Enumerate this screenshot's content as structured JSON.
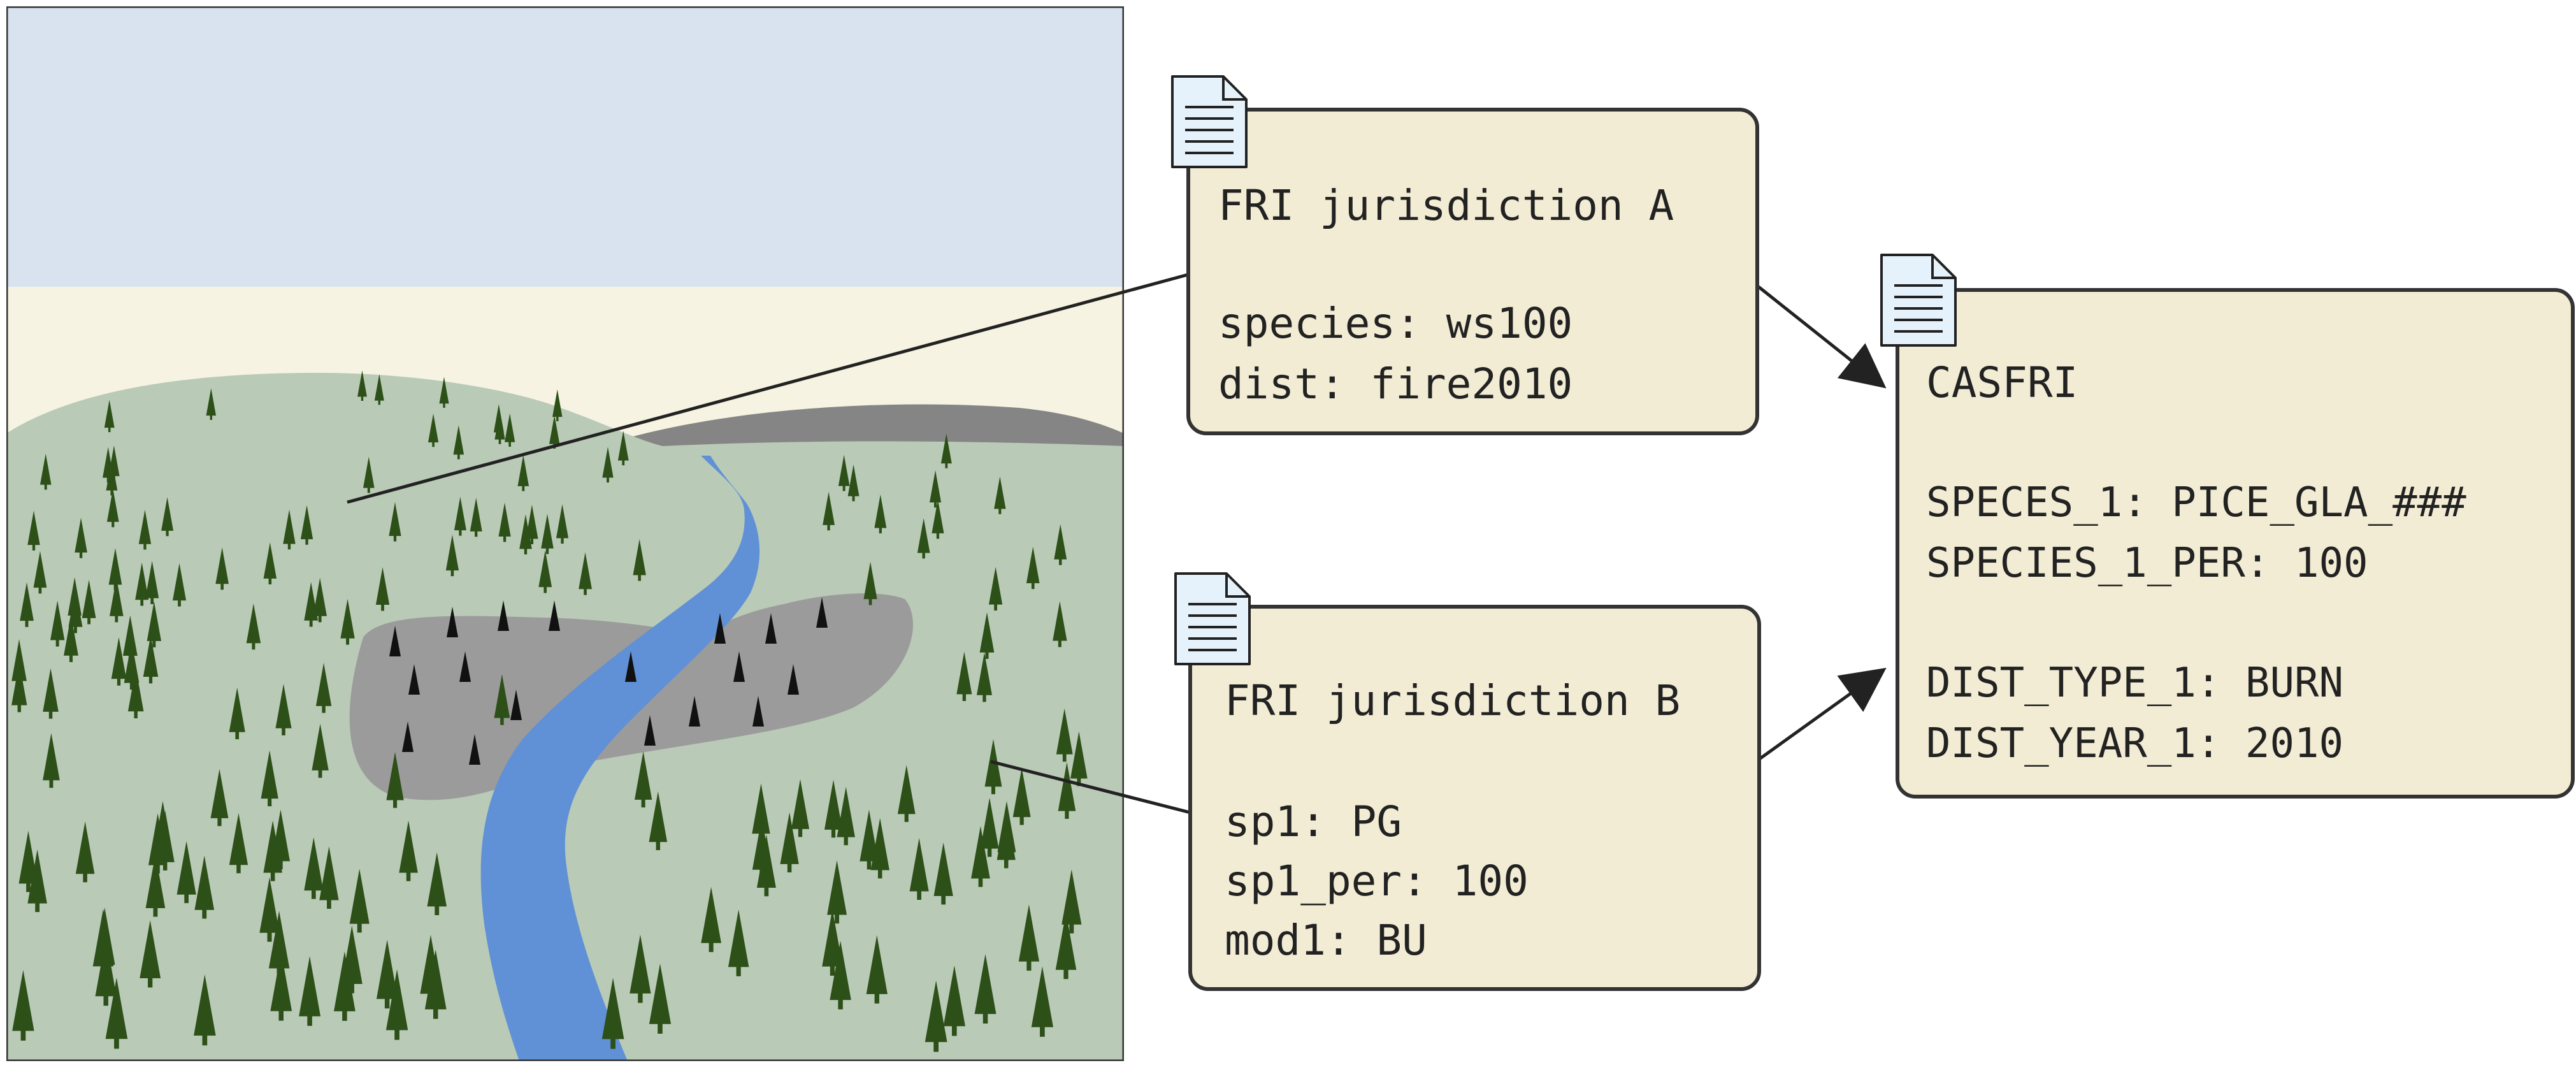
{
  "boxes": {
    "jurisdiction_a": {
      "title": "FRI jurisdiction A",
      "lines": [
        "species: ws100",
        "dist: fire2010"
      ]
    },
    "jurisdiction_b": {
      "title": "FRI jurisdiction B",
      "lines": [
        "sp1: PG",
        "sp1_per: 100",
        "mod1: BU"
      ]
    },
    "casfri": {
      "title": "CASFRI",
      "lines": [
        "SPECES_1: PICE_GLA_###",
        "SPECIES_1_PER: 100",
        "DIST_TYPE_1: BURN",
        "DIST_YEAR_1: 2010"
      ]
    }
  },
  "colors": {
    "sky": "#d9e3ef",
    "haze": "#f6f3e2",
    "hill": "#b9cab7",
    "burn": "#9b9b9b",
    "ridge": "#858585",
    "river": "#6090d6",
    "tree": "#2d4f18",
    "dead_tree": "#111111",
    "box_fill": "#f2ecd4",
    "box_stroke": "#333333",
    "doc_fill": "#e6f2fb"
  },
  "icons": [
    "document-icon",
    "tree-icon",
    "burnt-tree-icon",
    "arrow-icon"
  ]
}
